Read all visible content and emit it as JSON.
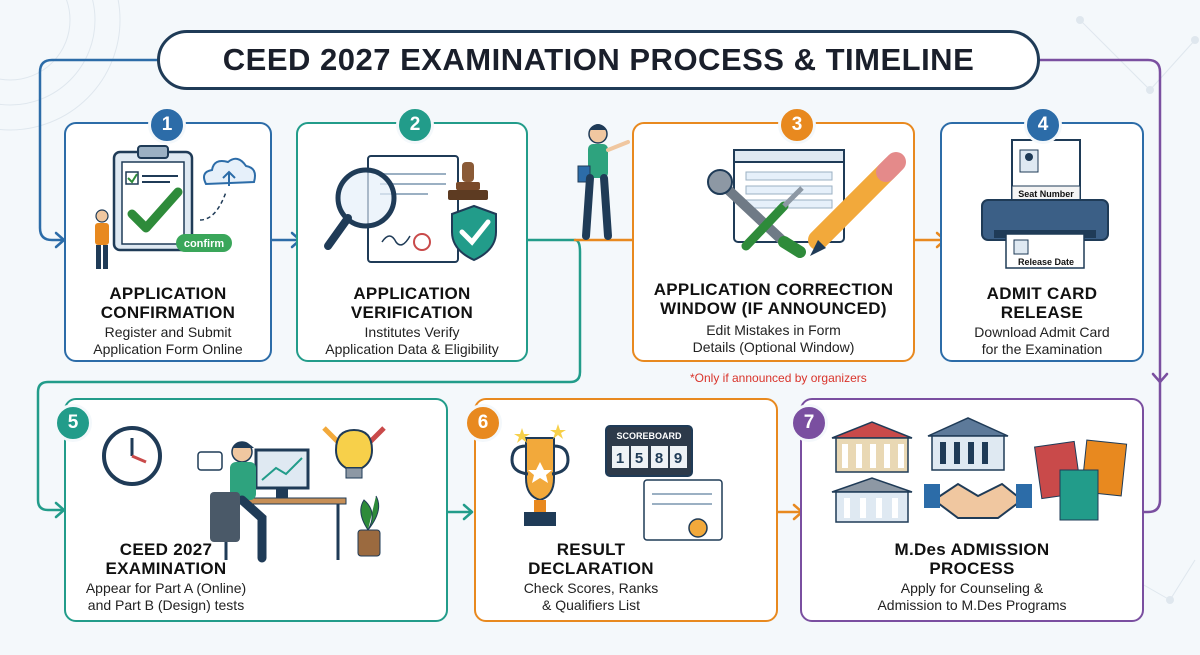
{
  "title": "CEED 2027 EXAMINATION PROCESS & TIMELINE",
  "note": "*Only if announced by organizers",
  "colors": {
    "blue": "#2c6ca8",
    "teal": "#229c8a",
    "orange": "#e8891f",
    "purple": "#7a4fa0",
    "navy": "#1f3b57"
  },
  "steps": [
    {
      "number": "1",
      "title_line1": "APPLICATION",
      "title_line2": "CONFIRMATION",
      "desc_line1": "Register and Submit",
      "desc_line2": "Application Form Online",
      "tag": "confirm",
      "icon": "clipboard-checklist-icon"
    },
    {
      "number": "2",
      "title_line1": "APPLICATION",
      "title_line2": "VERIFICATION",
      "desc_line1": "Institutes Verify",
      "desc_line2": "Application Data & Eligibility",
      "icon": "magnifier-document-icon"
    },
    {
      "number": "3",
      "title_line1": "APPLICATION CORRECTION",
      "title_line2": "WINDOW (IF ANNOUNCED)",
      "desc_line1": "Edit Mistakes in Form",
      "desc_line2": "Details (Optional Window)",
      "icon": "wrench-pencil-icon"
    },
    {
      "number": "4",
      "title_line1": "ADMIT CARD",
      "title_line2": "RELEASE",
      "desc_line1": "Download Admit Card",
      "desc_line2": "for the Examination",
      "label_seat": "Seat Number",
      "label_release": "Release Date",
      "icon": "printer-icon"
    },
    {
      "number": "5",
      "title_line1": "CEED 2027",
      "title_line2": "EXAMINATION",
      "desc_line1": "Appear for Part A (Online)",
      "desc_line2": "and Part B (Design) tests",
      "icon": "student-desk-icon"
    },
    {
      "number": "6",
      "title_line1": "RESULT",
      "title_line2": "DECLARATION",
      "desc_line1": "Check Scores, Ranks",
      "desc_line2": "& Qualifiers List",
      "scoreboard_label": "SCOREBOARD",
      "scoreboard_digits": [
        "1",
        "5",
        "8",
        "9"
      ],
      "icon": "trophy-icon"
    },
    {
      "number": "7",
      "title_line1": "M.Des ADMISSION",
      "title_line2": "PROCESS",
      "desc_line1": "Apply for Counseling &",
      "desc_line2": "Admission to M.Des Programs",
      "icon": "university-handshake-icon"
    }
  ]
}
